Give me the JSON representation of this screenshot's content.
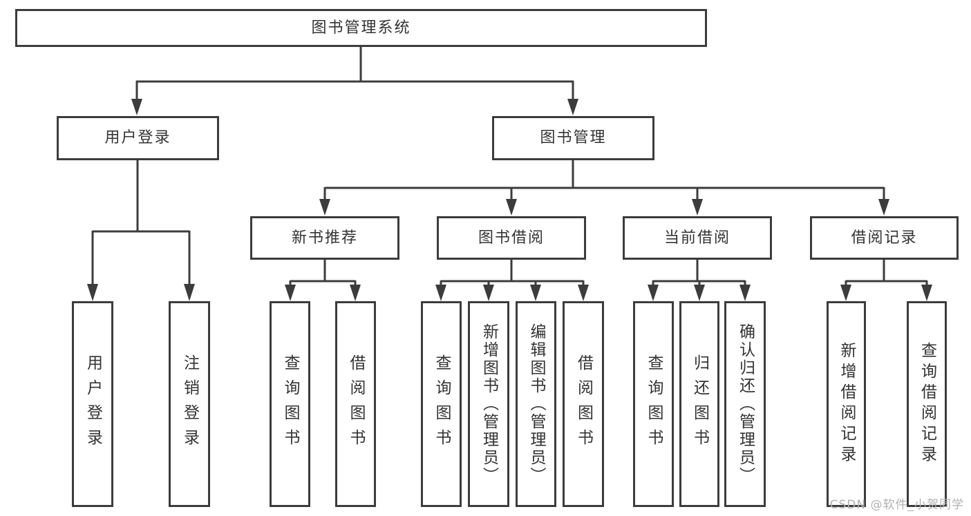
{
  "diagram": {
    "root": {
      "id": "library-management-system",
      "label": "图书管理系统"
    },
    "level2": [
      {
        "id": "user-login",
        "label": "用户登录",
        "parent": "library-management-system"
      },
      {
        "id": "book-management",
        "label": "图书管理",
        "parent": "library-management-system"
      }
    ],
    "level3": [
      {
        "id": "new-book-recommend",
        "label": "新书推荐",
        "parent": "book-management"
      },
      {
        "id": "book-borrow",
        "label": "图书借阅",
        "parent": "book-management"
      },
      {
        "id": "current-borrow",
        "label": "当前借阅",
        "parent": "book-management"
      },
      {
        "id": "borrow-records",
        "label": "借阅记录",
        "parent": "book-management"
      }
    ],
    "leaves": [
      {
        "id": "user-login-leaf",
        "label": "用户登录",
        "parent": "user-login"
      },
      {
        "id": "logout",
        "label": "注销登录",
        "parent": "user-login"
      },
      {
        "id": "query-books-recommend",
        "label": "查询图书",
        "parent": "new-book-recommend"
      },
      {
        "id": "borrow-books-recommend",
        "label": "借阅图书",
        "parent": "new-book-recommend"
      },
      {
        "id": "query-books-borrow",
        "label": "查询图书",
        "parent": "book-borrow"
      },
      {
        "id": "add-books-admin",
        "label": "新增图书（管理员）",
        "parent": "book-borrow"
      },
      {
        "id": "edit-books-admin",
        "label": "编辑图书（管理员）",
        "parent": "book-borrow"
      },
      {
        "id": "borrow-books",
        "label": "借阅图书",
        "parent": "book-borrow"
      },
      {
        "id": "query-books-current",
        "label": "查询图书",
        "parent": "current-borrow"
      },
      {
        "id": "return-books",
        "label": "归还图书",
        "parent": "current-borrow"
      },
      {
        "id": "confirm-return-admin",
        "label": "确认归还（管理员）",
        "parent": "current-borrow"
      },
      {
        "id": "add-borrow-record",
        "label": "新增借阅记录",
        "parent": "borrow-records"
      },
      {
        "id": "query-borrow-record",
        "label": "查询借阅记录",
        "parent": "borrow-records"
      }
    ]
  },
  "watermark": {
    "text": "CSDN @软件_小贺同学"
  },
  "colors": {
    "line": "#3c3c3c",
    "text": "#333333",
    "watermark": "#b1b1b1",
    "background": "#ffffff"
  }
}
